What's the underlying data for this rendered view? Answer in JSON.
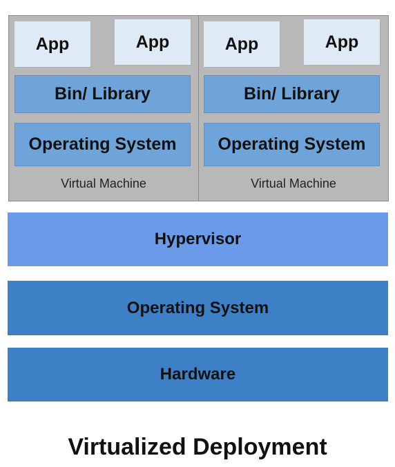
{
  "vms": [
    {
      "apps": [
        "App",
        "App"
      ],
      "bin_library": "Bin/ Library",
      "os": "Operating System",
      "label": "Virtual Machine"
    },
    {
      "apps": [
        "App",
        "App"
      ],
      "bin_library": "Bin/ Library",
      "os": "Operating System",
      "label": "Virtual Machine"
    }
  ],
  "layers": {
    "hypervisor": "Hypervisor",
    "host_os": "Operating System",
    "hardware": "Hardware"
  },
  "title": "Virtualized Deployment",
  "colors": {
    "vm_background": "#b8b8b8",
    "app_box": "#deebf7",
    "vm_layer": "#6fa4db",
    "hypervisor": "#6b9ae8",
    "host_os": "#3d80c6",
    "hardware": "#3d80c6"
  }
}
